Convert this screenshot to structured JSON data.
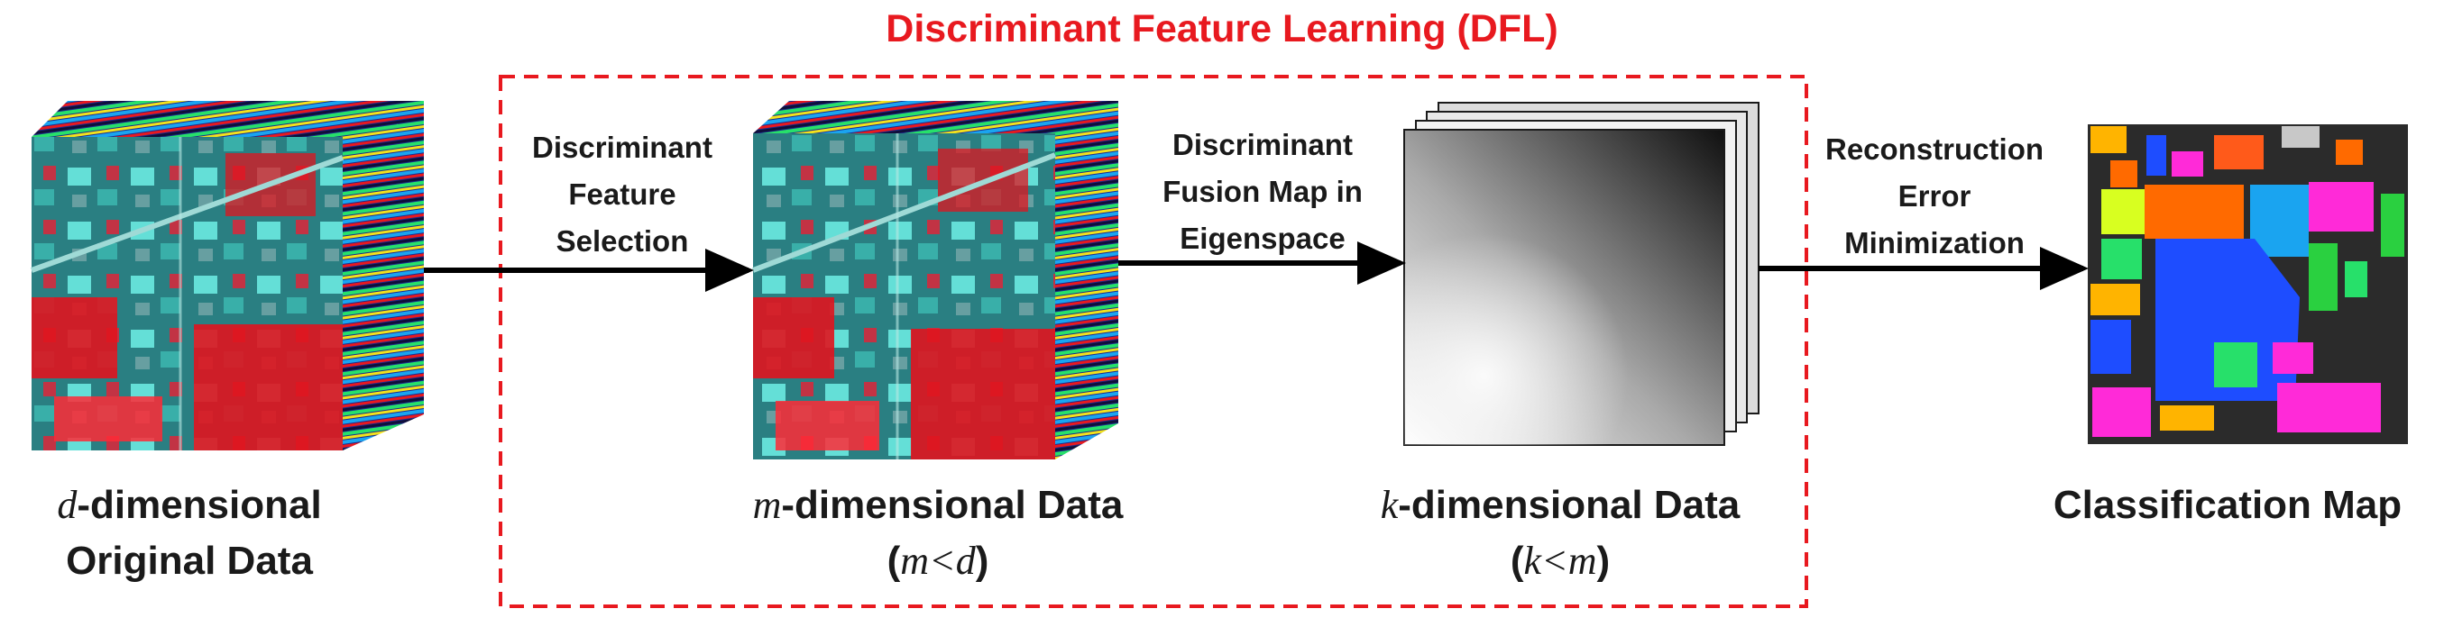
{
  "diagram": {
    "group": {
      "title": "Discriminant Feature Learning (DFL)",
      "border_color": "#e8191f"
    },
    "steps": [
      {
        "lines": [
          "Discriminant",
          "Feature",
          "Selection"
        ]
      },
      {
        "lines": [
          "Discriminant",
          "Fusion Map in",
          "Eigenspace"
        ]
      },
      {
        "lines": [
          "Reconstruction",
          "Error",
          "Minimization"
        ]
      }
    ],
    "nodes": {
      "original": {
        "var": "d",
        "name": "-dimensional",
        "line2": "Original Data"
      },
      "reduced": {
        "var": "m",
        "name": "-dimensional Data",
        "cond_open": "(",
        "cond_a": "m",
        "cond_op": "<",
        "cond_b": "d",
        "cond_close": ")"
      },
      "fused": {
        "var": "k",
        "name": "-dimensional Data",
        "cond_open": "(",
        "cond_a": "k",
        "cond_op": "<",
        "cond_b": "m",
        "cond_close": ")"
      },
      "output": {
        "name": "Classification Map"
      }
    },
    "colors": {
      "accent": "#e8191f",
      "crop_red": "#e0141e",
      "vegetation_cyan": "#46c7c0",
      "map_background": "#2b2b2b"
    }
  }
}
